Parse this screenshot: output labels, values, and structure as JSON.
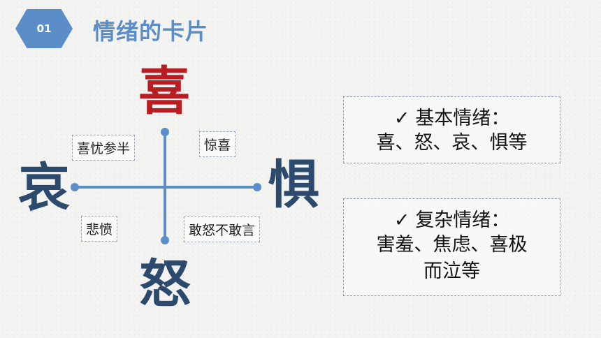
{
  "header": {
    "badge": "01",
    "title": "情绪的卡片"
  },
  "diagram": {
    "top_char": "喜",
    "left_char": "哀",
    "right_char": "惧",
    "bottom_char": "怒",
    "quadrant_labels": {
      "top_left": "喜忧参半",
      "top_right": "惊喜",
      "bottom_left": "悲愤",
      "bottom_right": "敢怒不敢言"
    }
  },
  "cards": {
    "basic": {
      "check": "✓",
      "heading": "基本情绪：",
      "body": "喜、怒、哀、惧等"
    },
    "complex": {
      "check": "✓",
      "heading": "复杂情绪：",
      "body_line1": "害羞、焦虑、喜极",
      "body_line2": "而泣等"
    }
  },
  "colors": {
    "accent": "#5b8ec9",
    "joy": "#b81d23",
    "dark_char": "#2b4a6e"
  }
}
